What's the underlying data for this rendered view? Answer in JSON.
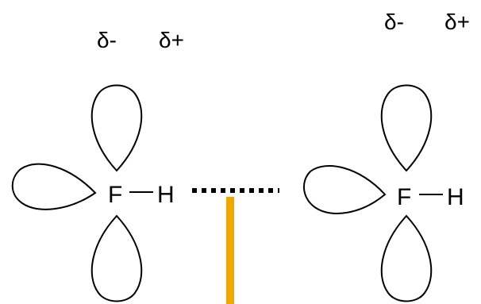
{
  "molecules": [
    {
      "atoms": {
        "fluorine": "F",
        "hydrogen": "H"
      },
      "partial_charges": {
        "negative": "δ-",
        "positive": "δ+"
      }
    },
    {
      "atoms": {
        "fluorine": "F",
        "hydrogen": "H"
      },
      "partial_charges": {
        "negative": "δ-",
        "positive": "δ+"
      }
    }
  ],
  "colors": {
    "marker": "#F0A800",
    "outline": "#000000"
  }
}
